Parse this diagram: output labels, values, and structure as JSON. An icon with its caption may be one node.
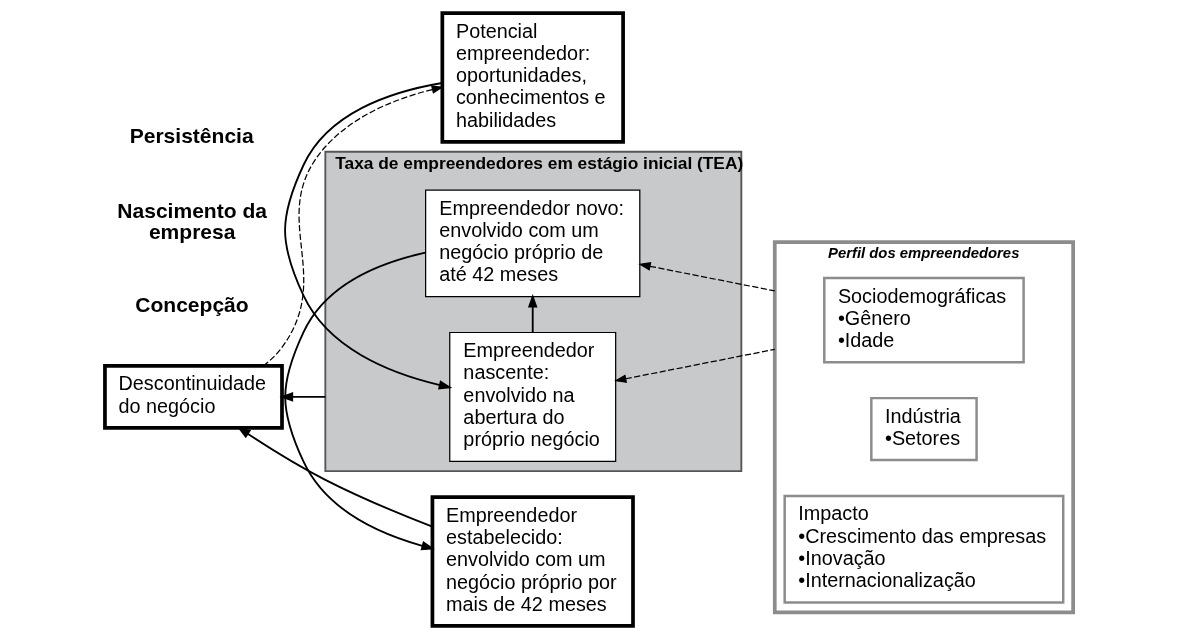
{
  "diagram": {
    "nodes": [
      {
        "text": [
          "Descontinuidade do negócio"
        ]
      },
      {
        "text": [
          "Potencial empreendedor: oportunidades, conhecimentos e habilidades"
        ]
      },
      {
        "text": [
          "Taxa de empreendedores em estágio inicial (TEA)"
        ]
      },
      {
        "text": [
          "Empreendedor nascente: envolvido na abertura do próprio negócio"
        ],
        "in": 2
      },
      {
        "text": [
          "Empreendedor novo: envolvido com um negócio próprio de até 42 meses"
        ],
        "in": 2
      },
      {
        "text": [
          "Empreendedor estabelecido: envolvido com um negócio próprio por mais de 42 meses"
        ]
      },
      {
        "text": [
          "Perfil dos empreendedores"
        ]
      },
      {
        "text": [
          "Sociodemográficas",
          "•Gênero",
          "•Idade"
        ],
        "in": 6
      },
      {
        "text": [
          "Indústria",
          "•Setores"
        ],
        "in": 6
      },
      {
        "text": [
          "Impacto",
          "•Crescimento das empresas",
          "•Inovação",
          "•Internacionalização"
        ],
        "in": 6
      }
    ],
    "edges": [
      {
        "from": 1,
        "to": 3,
        "arrow": "to"
      },
      {
        "from": 3,
        "to": 4,
        "arrow": "to"
      },
      {
        "from": 4,
        "to": 5,
        "arrow": "to"
      },
      {
        "from": 2,
        "to": 0,
        "arrow": "to"
      },
      {
        "from": 5,
        "to": 0,
        "arrow": "to"
      },
      {
        "from": 0,
        "to": 1,
        "arrow": "to",
        "style": "dashed"
      },
      {
        "from": 6,
        "to": 3,
        "arrow": "to",
        "style": "dashed"
      },
      {
        "from": 6,
        "to": 4,
        "arrow": "to",
        "style": "dashed"
      }
    ],
    "labels": [
      "Concepção",
      "Nascimento da empresa",
      "Persistência"
    ]
  }
}
